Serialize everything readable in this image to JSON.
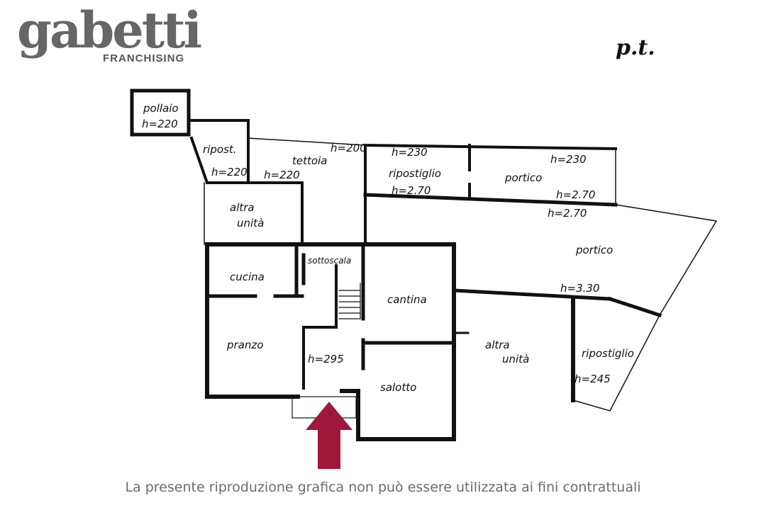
{
  "brand": {
    "name": "gabetti",
    "sub": "FRANCHISING",
    "color": "#666666"
  },
  "floor_label": "p.t.",
  "rooms": {
    "pollaio": "pollaio",
    "pollaio_h": "h=220",
    "ripost": "ripost.",
    "ripost_h": "h=220",
    "tettoia": "tettoia",
    "tettoia_h1": "h=200",
    "tettoia_h2": "h=220",
    "ripostiglio_top_h1": "h=230",
    "ripostiglio_top": "ripostiglio",
    "ripostiglio_top_h2": "h=2.70",
    "portico_top_h1": "h=230",
    "portico_top": "portico",
    "portico_top_h2": "h=2.70",
    "altra_unita_1a": "altra",
    "altra_unita_1b": "unità",
    "portico_right_h": "h=2.70",
    "portico_right": "portico",
    "portico_right_h2": "h=3.30",
    "sottoscala": "sottoscala",
    "cucina": "cucina",
    "cantina": "cantina",
    "pranzo": "pranzo",
    "h295": "h=295",
    "salotto": "salotto",
    "altra_unita_2a": "altra",
    "altra_unita_2b": "unità",
    "ripostiglio_right": "ripostiglio",
    "ripostiglio_right_h": "h=245"
  },
  "entrance_arrow_color": "#a0173c",
  "disclaimer": "La presente riproduzione grafica non può essere utilizzata ai fini contrattuali"
}
